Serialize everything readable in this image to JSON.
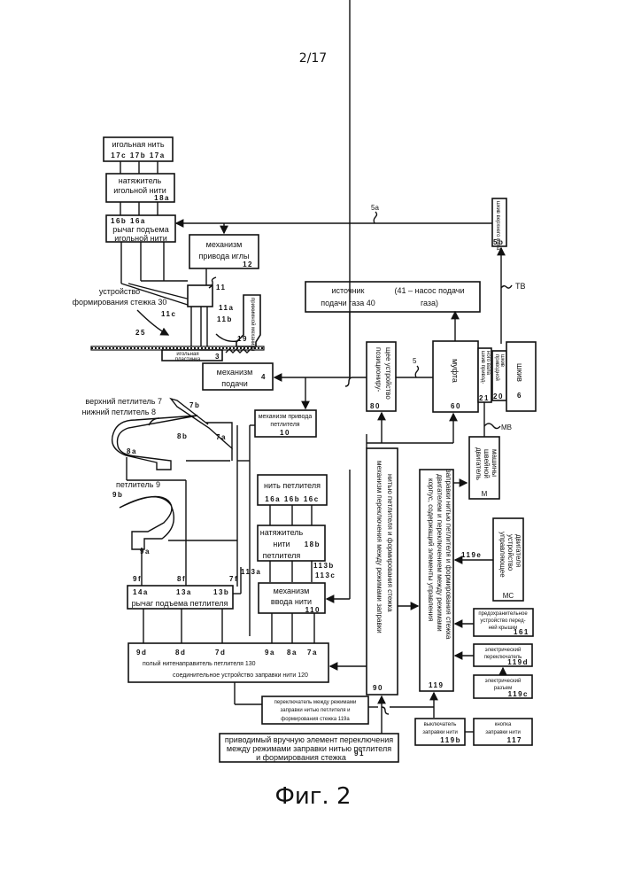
{
  "page": {
    "number": "2/17",
    "figure_caption": "Фиг. 2"
  },
  "blocks": {
    "needle_thread": {
      "label": "игольная нить",
      "refs": "17c 17b 17a"
    },
    "needle_tensioner": {
      "label_line1": "натяжитель",
      "label_line2": "игольной нити",
      "ref": "18a"
    },
    "needle_lever": {
      "refs": "16b   16a",
      "label_line1": "рычаг подъема",
      "label_line2": "игольной нити"
    },
    "needle_drive": {
      "label_line1": "механизм",
      "label_line2": "привода иглы",
      "ref": "12"
    },
    "stitch_device": {
      "label_line1": "устройство",
      "label_line2": "формирования стежка 30"
    },
    "needle_plate": {
      "label_line1": "игольная",
      "label_line2": "пластинка",
      "ref": "3"
    },
    "presser": {
      "label": "прижимной механизм",
      "ref": "19"
    },
    "feed": {
      "label_line1": "механизм",
      "label_line2": "подачи",
      "ref": "4"
    },
    "gas_source": {
      "label_line1": "источник",
      "label_line2": "подачи газа 40",
      "note_line1": "(41 – насос подачи",
      "note_line2": "газа)"
    },
    "upper_shaft_pulley": {
      "label": "шкив верхнего вала",
      "ref": "5b"
    },
    "positioner": {
      "label_line1": "позициониру-",
      "label_line2": "щее устройство",
      "ref": "80"
    },
    "clutch": {
      "label": "муфта",
      "ref": "60"
    },
    "drive_shaft_pulley": {
      "label_line1": "шкив привод-",
      "label_line2": "ного вала",
      "ref": "21"
    },
    "drive_pulley": {
      "label_line1": "приводной",
      "label_line2": "шкив",
      "ref": "20"
    },
    "pulley": {
      "label": "шкив",
      "ref": "6"
    },
    "looper_drive": {
      "label_line1": "механизм привода",
      "label_line2": "петлителя",
      "ref": "10"
    },
    "looper_thread": {
      "label": "нить петлителя",
      "refs": "16a 16b 16c"
    },
    "looper_tensioner": {
      "label_line1": "натяжитель",
      "label_line2": "нити",
      "label_line3": "петлителя",
      "ref": "18b"
    },
    "thread_feed": {
      "label_line1": "механизм",
      "label_line2": "ввода нити",
      "ref": "110"
    },
    "looper_lever": {
      "refs": [
        "14a",
        "13a",
        "13b"
      ],
      "label": "рычаг подъема петлителя"
    },
    "threading_connector": {
      "refs": [
        "9d",
        "8d",
        "7d",
        "9a",
        "8a",
        "7a"
      ],
      "label_guide": "полый нитенаправитель петлителя 130",
      "label_conn": "соединительное устройство заправки нити 120"
    },
    "mode_switch_mech": {
      "label_line1": "механизм переключения между режимами заправки",
      "label_line2": "нитью петлителя и формирования стежка",
      "ref": "90"
    },
    "control_housing": {
      "label_line1": "корпус, содержащий элементы управления",
      "label_line2": "двигателем и переключением между режимами",
      "label_line3": "заправки нитью петлителя и формирования стежка",
      "ref": "119"
    },
    "motor": {
      "label_line1": "двигатель",
      "label_line2": "швейной",
      "label_line3": "машины",
      "ref": "M"
    },
    "motor_controller": {
      "label_line1": "управляющее",
      "label_line2": "устройство",
      "label_line3": "двигателя",
      "ref": "MC"
    },
    "cover_safety": {
      "label_line1": "предохранительное",
      "label_line2": "устройство перед-",
      "label_line3": "ней крышки",
      "ref": "161"
    },
    "electric_switch": {
      "label_line1": "электрический",
      "label_line2": "переключатель",
      "ref": "119d"
    },
    "electric_connector": {
      "label_line1": "электрический",
      "label_line2": "разъем",
      "ref": "119c"
    },
    "mode_switch": {
      "label_line1": "переключатель между режимами",
      "label_line2": "заправки нитью петлителя и",
      "label_line3": "формирования стежка 119a"
    },
    "manual_element": {
      "label_line1": "приводимый вручную элемент переключения",
      "label_line2": "между режимами заправки нитью петлителя",
      "label_line3": "и формирования стежка",
      "ref": "91"
    },
    "threading_switch": {
      "label_line1": "выключатель",
      "label_line2": "заправки нити",
      "ref": "119b"
    },
    "threading_button": {
      "label_line1": "кнопка",
      "label_line2": "заправки нити",
      "ref": "117"
    }
  },
  "labels": {
    "needle_bar": "11",
    "needle_11a": "11a",
    "needle_11b": "11b",
    "needle_11c": "11c",
    "fabric": "25",
    "line_5a": "5a",
    "line_5": "5",
    "tb": "TB",
    "mb": "MB",
    "upper_looper": "верхний петлитель 7",
    "upper_looper_7b": "7b",
    "upper_looper_7a": "7a",
    "lower_looper": "нижний петлитель 8",
    "lower_looper_8b": "8b",
    "lower_looper_8a": "8a",
    "looper": "петлитель 9",
    "looper_9b": "9b",
    "looper_9a": "9a",
    "ref_9f": "9f",
    "ref_8f": "8f",
    "ref_7f": "7f",
    "ref_113a": "113a",
    "ref_113b": "113b",
    "ref_113c": "113c",
    "ref_119e": "119e"
  }
}
